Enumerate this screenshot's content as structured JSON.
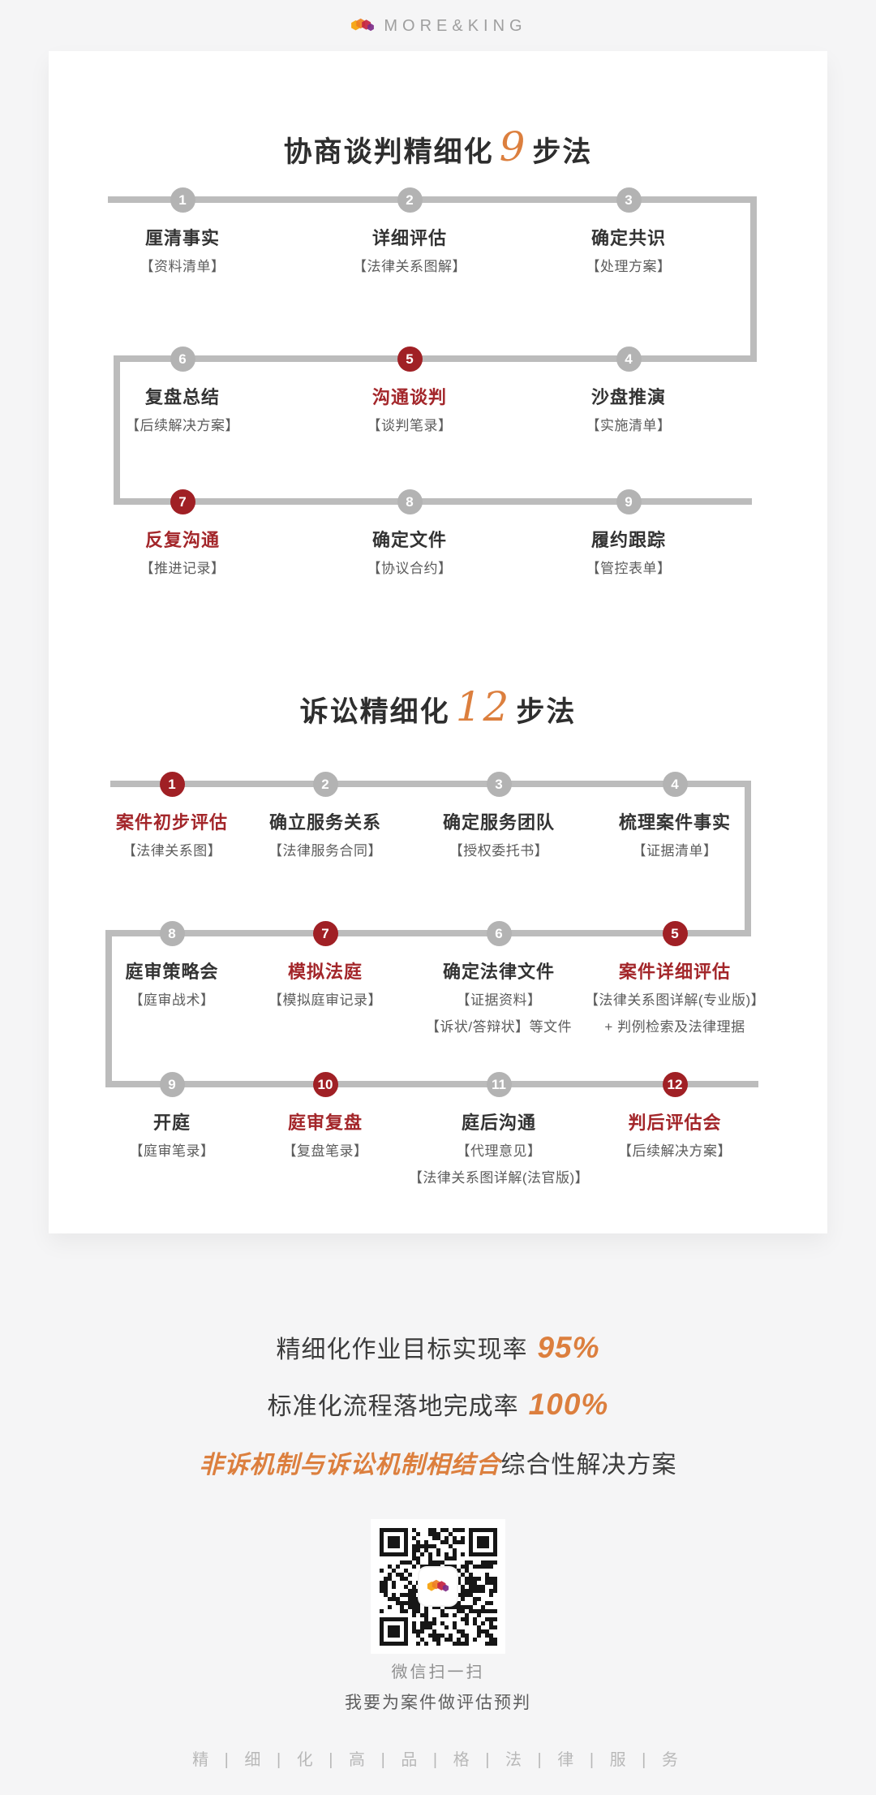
{
  "brand": {
    "logo_text": "MORE&KING"
  },
  "colors": {
    "background": "#f5f5f6",
    "card": "#ffffff",
    "line_gray": "#bcbcbc",
    "circle_gray": "#b3b3b3",
    "circle_red": "#A02025",
    "text_red": "#A3262A",
    "accent_orange": "#DC7F3E",
    "step_name": "#333333",
    "step_label": "#5c5c5c"
  },
  "sections": [
    {
      "title_prefix": "协商谈判精细化",
      "title_number": "9",
      "title_suffix": "步法",
      "rows": [
        {
          "steps": [
            {
              "num": "1",
              "name": "厘清事实",
              "labels": [
                "【资料清单】"
              ]
            },
            {
              "num": "2",
              "name": "详细评估",
              "labels": [
                "【法律关系图解】"
              ]
            },
            {
              "num": "3",
              "name": "确定共识",
              "labels": [
                "【处理方案】"
              ]
            }
          ]
        },
        {
          "steps": [
            {
              "num": "6",
              "name": "复盘总结",
              "labels": [
                "【后续解决方案】"
              ]
            },
            {
              "num": "5",
              "name": "沟通谈判",
              "labels": [
                "【谈判笔录】"
              ]
            },
            {
              "num": "4",
              "name": "沙盘推演",
              "labels": [
                "【实施清单】"
              ]
            }
          ]
        },
        {
          "steps": [
            {
              "num": "7",
              "name": "反复沟通",
              "labels": [
                "【推进记录】"
              ]
            },
            {
              "num": "8",
              "name": "确定文件",
              "labels": [
                "【协议合约】"
              ]
            },
            {
              "num": "9",
              "name": "履约跟踪",
              "labels": [
                "【管控表单】"
              ]
            }
          ]
        }
      ]
    },
    {
      "title_prefix": "诉讼精细化",
      "title_number": "12",
      "title_suffix": "步法",
      "rows": [
        {
          "steps": [
            {
              "num": "1",
              "name": "案件初步评估",
              "labels": [
                "【法律关系图】"
              ]
            },
            {
              "num": "2",
              "name": "确立服务关系",
              "labels": [
                "【法律服务合同】"
              ]
            },
            {
              "num": "3",
              "name": "确定服务团队",
              "labels": [
                "【授权委托书】"
              ]
            },
            {
              "num": "4",
              "name": "梳理案件事实",
              "labels": [
                "【证据清单】"
              ]
            }
          ]
        },
        {
          "steps": [
            {
              "num": "8",
              "name": "庭审策略会",
              "labels": [
                "【庭审战术】"
              ]
            },
            {
              "num": "7",
              "name": "模拟法庭",
              "labels": [
                "【模拟庭审记录】"
              ]
            },
            {
              "num": "6",
              "name": "确定法律文件",
              "labels": [
                "【证据资料】",
                "【诉状/答辩状】等文件"
              ]
            },
            {
              "num": "5",
              "name": "案件详细评估",
              "labels": [
                "【法律关系图详解(专业版)】",
                "+ 判例检索及法律理据"
              ]
            }
          ]
        },
        {
          "steps": [
            {
              "num": "9",
              "name": "开庭",
              "labels": [
                "【庭审笔录】"
              ]
            },
            {
              "num": "10",
              "name": "庭审复盘",
              "labels": [
                "【复盘笔录】"
              ]
            },
            {
              "num": "11",
              "name": "庭后沟通",
              "labels": [
                "【代理意见】",
                "【法律关系图详解(法官版)】"
              ]
            },
            {
              "num": "12",
              "name": "判后评估会",
              "labels": [
                "【后续解决方案】"
              ]
            }
          ]
        }
      ]
    }
  ],
  "stats": [
    {
      "text": "精细化作业目标实现率",
      "value": "95%"
    },
    {
      "text": "标准化流程落地完成率",
      "value": "100%"
    }
  ],
  "slogan": {
    "highlight": "非诉机制与诉讼机制相结合",
    "rest": "综合性解决方案"
  },
  "qr": {
    "caption1": "微信扫一扫",
    "caption2": "我要为案件做评估预判"
  },
  "footer": {
    "text": "精 | 细 | 化 | 高 | 品 | 格 | 法 | 律 | 服 | 务"
  }
}
